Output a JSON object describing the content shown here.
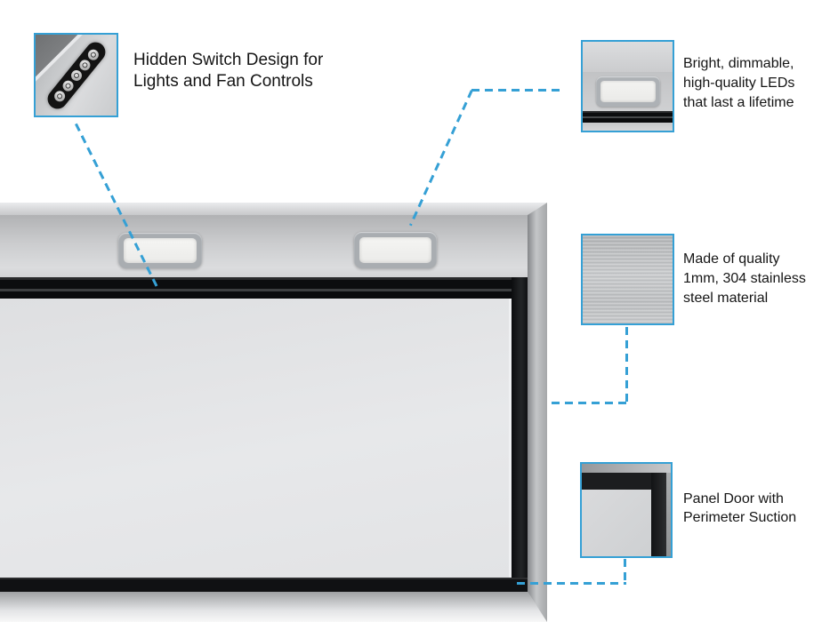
{
  "figure": {
    "title": "Range hood feature callout diagram",
    "accent_color": "#35a0d5",
    "background_color": "#ffffff",
    "text_color": "#151515"
  },
  "callouts": [
    {
      "id": "hidden-switch",
      "text": "Hidden Switch Design for\nLights and Fan Controls",
      "thumbnail": "control-buttons-closeup-icon",
      "button_count": 5
    },
    {
      "id": "leds",
      "text": "Bright, dimmable,\nhigh-quality LEDs\nthat last a lifetime",
      "thumbnail": "led-light-closeup-icon"
    },
    {
      "id": "stainless-steel",
      "text": "Made of quality\n1mm, 304 stainless\nsteel material",
      "thumbnail": "brushed-steel-swatch-icon"
    },
    {
      "id": "panel-door",
      "text": "Panel Door with\nPerimeter Suction",
      "thumbnail": "door-corner-closeup-icon"
    }
  ],
  "hood": {
    "led_count": 2,
    "finish": "stainless steel",
    "steel_color": "#cbccce",
    "door_color": "#e4e5e7",
    "recess_color": "#101113"
  }
}
